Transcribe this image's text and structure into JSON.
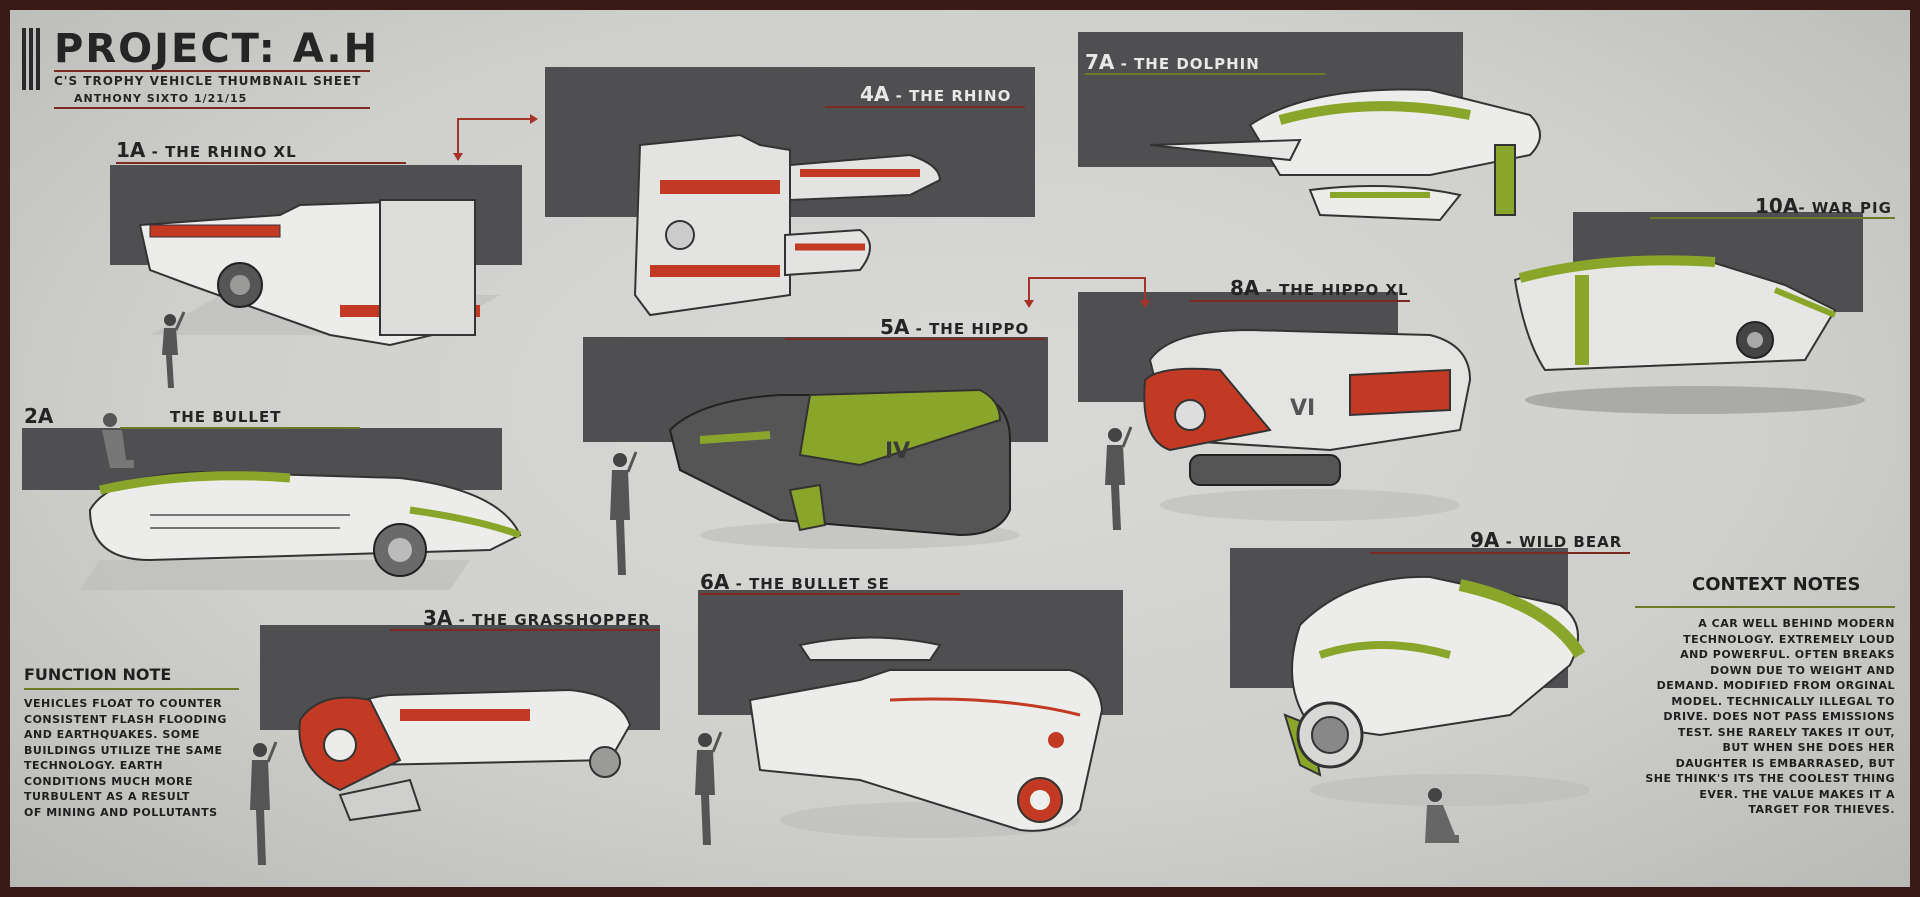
{
  "header": {
    "title": "PROJECT: A.H",
    "subtitle": "C'S TROPHY VEHICLE THUMBNAIL SHEET",
    "author": "ANTHONY SIXTO 1/21/15"
  },
  "vehicles": {
    "v1a": {
      "num": "1A",
      "name": " - THE RHINO XL"
    },
    "v2a": {
      "num": "2A",
      "name": "THE BULLET"
    },
    "v3a": {
      "num": "3A",
      "name": " - THE GRASSHOPPER"
    },
    "v4a": {
      "num": "4A",
      "name": " - THE RHINO"
    },
    "v5a": {
      "num": "5A",
      "name": " - THE HIPPO"
    },
    "v6a": {
      "num": "6A",
      "name": " - THE BULLET SE"
    },
    "v7a": {
      "num": "7A",
      "name": " - THE DOLPHIN"
    },
    "v8a": {
      "num": "8A",
      "name": " - THE HIPPO XL"
    },
    "v9a": {
      "num": "9A",
      "name": " - WILD BEAR"
    },
    "v10a": {
      "num": "10A",
      "name": "- WAR PIG"
    }
  },
  "markings": {
    "hippo": "IV",
    "hippo_xl": "VI"
  },
  "function_note": {
    "title": "FUNCTION NOTE",
    "lines": [
      "VEHICLES FLOAT TO COUNTER",
      "CONSISTENT FLASH FLOODING",
      "AND EARTHQUAKES. SOME",
      "BUILDINGS UTILIZE THE SAME",
      "TECHNOLOGY. EARTH",
      "CONDITIONS MUCH MORE",
      "TURBULENT AS A RESULT",
      "OF MINING AND POLLUTANTS"
    ]
  },
  "context_notes": {
    "title": "CONTEXT NOTES",
    "lines": [
      "A CAR WELL BEHIND MODERN",
      "TECHNOLOGY. EXTREMELY LOUD",
      "AND POWERFUL. OFTEN BREAKS",
      "DOWN DUE TO WEIGHT AND",
      "DEMAND. MODIFIED FROM ORGINAL",
      "MODEL. TECHNICALLY ILLEGAL TO",
      "DRIVE. DOES NOT PASS EMISSIONS",
      "TEST. SHE RARELY TAKES IT OUT,",
      "BUT WHEN SHE DOES HER",
      "DAUGHTER IS EMBARRASED, BUT",
      "SHE THINK'S ITS THE COOLEST THING",
      "EVER. THE VALUE MAKES IT A",
      "TARGET FOR THIEVES."
    ]
  },
  "colors": {
    "panel": "#4f4f51",
    "accent_red": "#c23a24",
    "accent_green": "#8aa62a",
    "underline": "#7a2a22",
    "frame": "#3a1a16"
  }
}
